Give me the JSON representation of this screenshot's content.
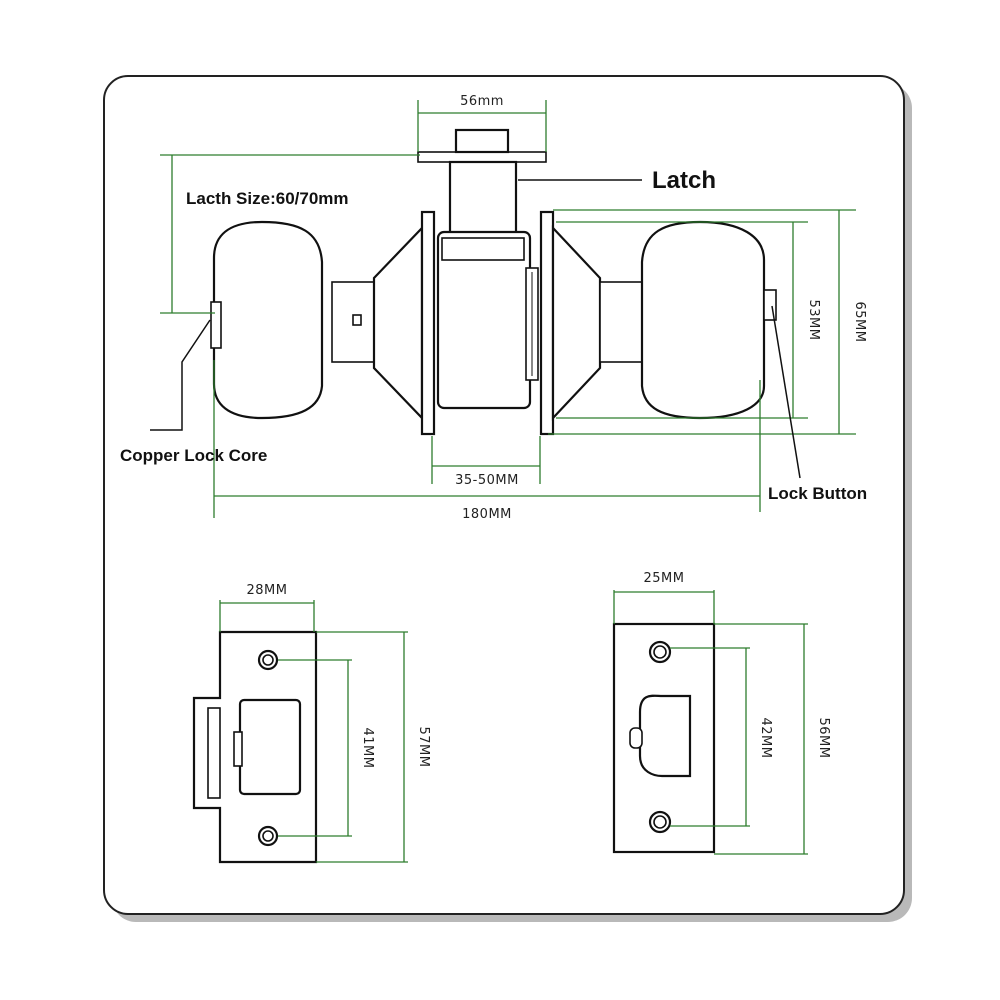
{
  "labels": {
    "latch": "Latch",
    "latch_size": "Lacth Size:60/70mm",
    "copper_core": "Copper Lock Core",
    "lock_button": "Lock Button"
  },
  "dimensions": {
    "top_width": "56mm",
    "door_thickness": "35-50MM",
    "overall_length": "180MM",
    "knob_inner_height": "53MM",
    "knob_outer_height": "65MM",
    "strike_left_width": "28MM",
    "strike_left_hole_spacing": "41MM",
    "strike_left_height": "57MM",
    "strike_right_width": "25MM",
    "strike_right_hole_spacing": "42MM",
    "strike_right_height": "56MM"
  },
  "colors": {
    "dimension_line": "#2e7d2e",
    "outline": "#111111",
    "frame_shadow": "#b5b5b5"
  }
}
